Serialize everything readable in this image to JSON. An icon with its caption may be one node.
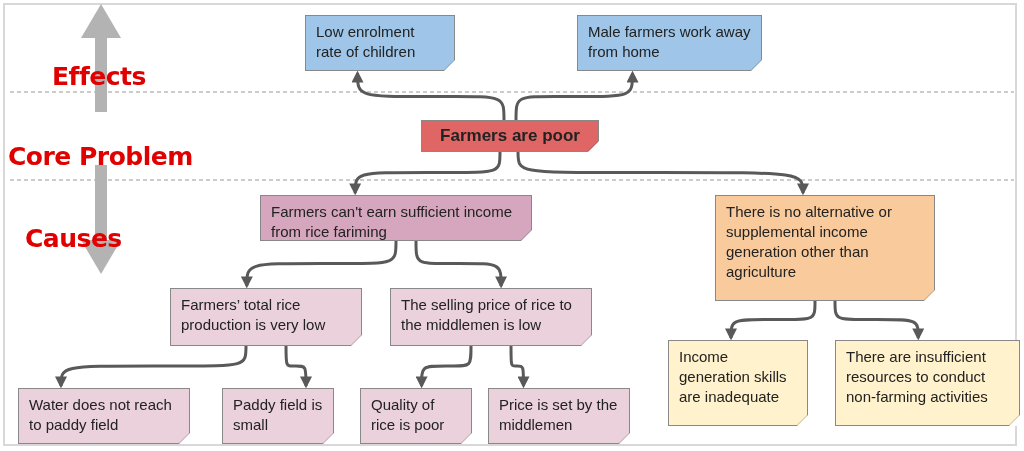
{
  "diagram": {
    "nodes": [
      {
        "text": [
          "Low enrolment rate of children"
        ]
      },
      {
        "text": [
          "Male farmers work away from home"
        ]
      },
      {
        "text": [
          "Farmers are poor"
        ]
      },
      {
        "text": [
          "Farmers can't earn sufficient income from rice fariming"
        ]
      },
      {
        "text": [
          "There is no alternative or supplemental  income generation other than agriculture"
        ]
      },
      {
        "text": [
          "Farmers’ total rice production is very low"
        ]
      },
      {
        "text": [
          "The selling price of rice to the middlemen is low"
        ]
      },
      {
        "text": [
          "Water does not reach to paddy field"
        ]
      },
      {
        "text": [
          "Paddy field is  small"
        ]
      },
      {
        "text": [
          "Quality of rice is poor"
        ]
      },
      {
        "text": [
          "Price is set by the middlemen"
        ]
      },
      {
        "text": [
          "Income generation skills are inadequate"
        ]
      },
      {
        "text": [
          "There are insufficient resources to conduct non-farming activities"
        ]
      }
    ],
    "edges": [
      {
        "from": 2,
        "to": 0,
        "arrow": "to"
      },
      {
        "from": 2,
        "to": 1,
        "arrow": "to"
      },
      {
        "from": 2,
        "to": 3,
        "arrow": "to"
      },
      {
        "from": 2,
        "to": 4,
        "arrow": "to"
      },
      {
        "from": 3,
        "to": 5,
        "arrow": "to"
      },
      {
        "from": 3,
        "to": 6,
        "arrow": "to"
      },
      {
        "from": 5,
        "to": 7,
        "arrow": "to"
      },
      {
        "from": 5,
        "to": 8,
        "arrow": "to"
      },
      {
        "from": 6,
        "to": 9,
        "arrow": "to"
      },
      {
        "from": 6,
        "to": 10,
        "arrow": "to"
      },
      {
        "from": 4,
        "to": 11,
        "arrow": "to"
      },
      {
        "from": 4,
        "to": 12,
        "arrow": "to"
      }
    ],
    "labels": [
      "Effects",
      "Core Problem",
      "Causes"
    ]
  }
}
